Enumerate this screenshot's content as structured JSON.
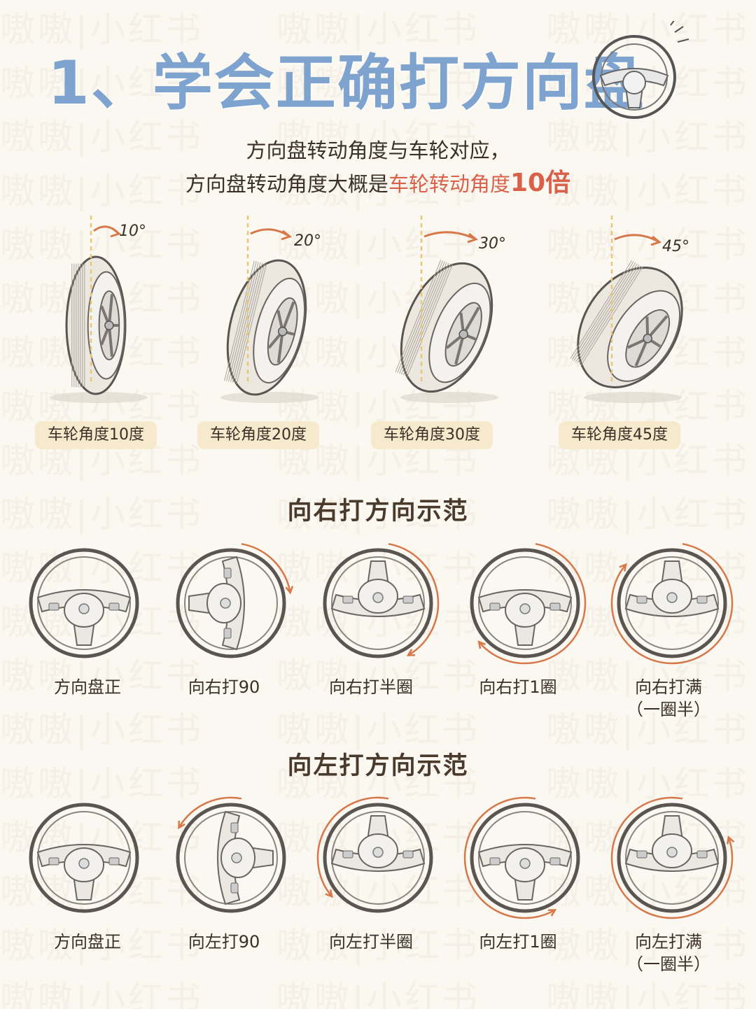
{
  "watermark": "嗷嗷|小红书",
  "title": "1、学会正确打方向盘",
  "subtitle": {
    "line1": "方向盘转动角度与车轮对应，",
    "line2_prefix": "方向盘转动角度大概是",
    "line2_highlight": "车轮转动角度",
    "line2_number": "10倍"
  },
  "tires": [
    {
      "angle_label": "10°",
      "angle_value": 10,
      "caption": "车轮角度10度"
    },
    {
      "angle_label": "20°",
      "angle_value": 20,
      "caption": "车轮角度20度"
    },
    {
      "angle_label": "30°",
      "angle_value": 30,
      "caption": "车轮角度30度"
    },
    {
      "angle_label": "45°",
      "angle_value": 45,
      "caption": "车轮角度45度"
    }
  ],
  "right_section": {
    "title": "向右打方向示范",
    "wheels": [
      {
        "line1": "方向盘正",
        "line2": "",
        "rotation": 0
      },
      {
        "line1": "向右打90",
        "line2": "",
        "rotation": 90
      },
      {
        "line1": "向右打半圈",
        "line2": "",
        "rotation": 180
      },
      {
        "line1": "向右打1圈",
        "line2": "",
        "rotation": 360
      },
      {
        "line1": "向右打满",
        "line2": "（一圈半）",
        "rotation": 540
      }
    ]
  },
  "left_section": {
    "title": "向左打方向示范",
    "wheels": [
      {
        "line1": "方向盘正",
        "line2": "",
        "rotation": 0
      },
      {
        "line1": "向左打90",
        "line2": "",
        "rotation": -90
      },
      {
        "line1": "向左打半圈",
        "line2": "",
        "rotation": -180
      },
      {
        "line1": "向左打1圈",
        "line2": "",
        "rotation": -360
      },
      {
        "line1": "向左打满",
        "line2": "（一圈半）",
        "rotation": -540
      }
    ]
  },
  "colors": {
    "title_blue": "#7fa3cf",
    "highlight_red": "#d9614a",
    "pill_bg": "#f6e9cc",
    "arrow_orange": "#d6784a",
    "guide_yellow": "#e5c97a"
  }
}
